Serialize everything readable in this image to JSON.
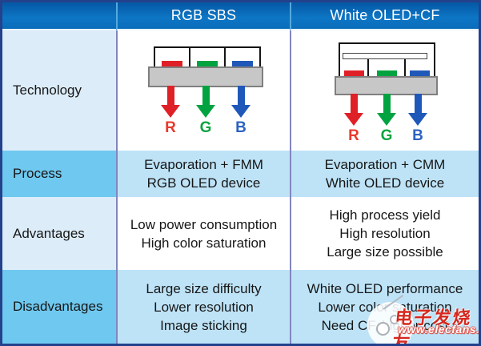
{
  "table": {
    "header": {
      "rgb_sbs": "RGB SBS",
      "white_oled_cf": "White OLED+CF"
    },
    "row_labels": {
      "technology": "Technology",
      "process": "Process",
      "advantages": "Advantages",
      "disadvantages": "Disadvantages"
    },
    "subpixel_letters": [
      "R",
      "G",
      "B"
    ],
    "process": {
      "rgb_sbs": [
        "Evaporation + FMM",
        "RGB OLED device"
      ],
      "white_oled_cf": [
        "Evaporation + CMM",
        "White OLED device"
      ]
    },
    "advantages": {
      "rgb_sbs": [
        "Low power consumption",
        "High color saturation"
      ],
      "white_oled_cf": [
        "High process yield",
        "High resolution",
        "Large size possible"
      ]
    },
    "disadvantages": {
      "rgb_sbs": [
        "Large size difficulty",
        "Lower resolution",
        "Image sticking"
      ],
      "white_oled_cf": [
        "White OLED performance",
        "Lower color saturation",
        "Need CF, higher cost"
      ]
    }
  },
  "watermark": {
    "brand": "电子发烧友",
    "url": "www.elecfans.com"
  },
  "colors": {
    "header_blue": "#0b6cba",
    "outer_border": "#24418c",
    "column_divider": "#8186bf",
    "label_light": "#dcedf9",
    "label_medium": "#6fc8ef",
    "cell_light_blue": "#bee3f7",
    "subpixel_red": "#e02027",
    "subpixel_green": "#00a33f",
    "subpixel_blue": "#1f58b8",
    "substrate_gray": "#c7c7c7",
    "watermark_red": "#d6281e"
  }
}
